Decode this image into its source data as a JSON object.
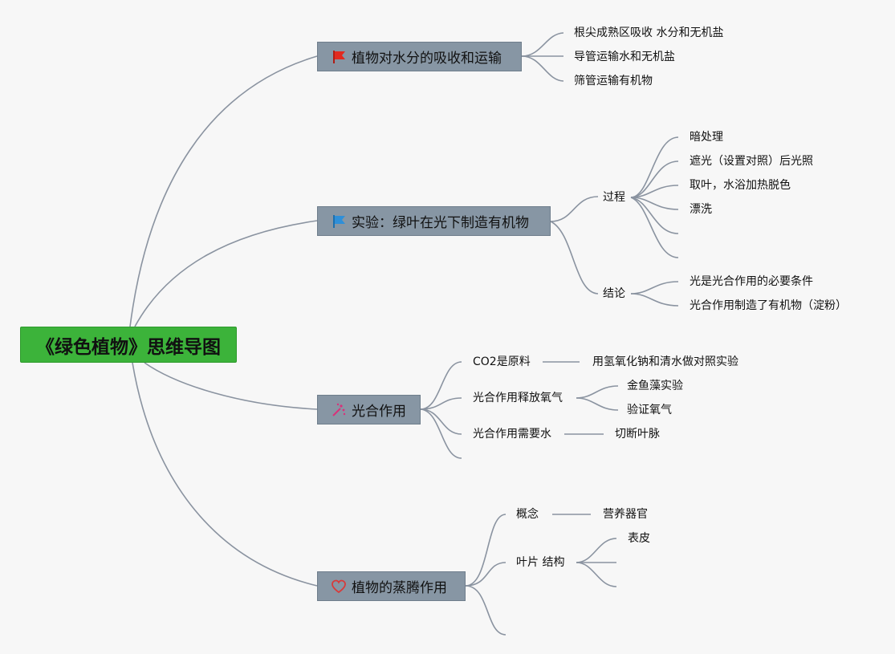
{
  "root": "《绿色植物》思维导图",
  "branches": [
    {
      "title": "植物对水分的吸收和运输",
      "icon": "red-flag-icon",
      "children": [
        "根尖成熟区吸收 水分和无机盐",
        "导管运输水和无机盐",
        "筛管运输有机物"
      ]
    },
    {
      "title": "实验：绿叶在光下制造有机物",
      "icon": "blue-flag-icon",
      "process_label": "过程",
      "process_steps": [
        "暗处理",
        "遮光（设置对照）后光照",
        "取叶，水浴加热脱色",
        "漂洗",
        "",
        ""
      ],
      "conclusion_label": "结论",
      "conclusions": [
        "光是光合作用的必要条件",
        "光合作用制造了有机物（淀粉）"
      ]
    },
    {
      "title": "光合作用",
      "icon": "sparkle-icon",
      "items": [
        {
          "label": "CO2是原料",
          "detail": "用氢氧化钠和清水做对照实验"
        },
        {
          "label": "光合作用释放氧气",
          "subs": [
            "金鱼藻实验",
            "验证氧气"
          ]
        },
        {
          "label": "光合作用需要水",
          "detail": "切断叶脉"
        },
        {
          "label": ""
        }
      ]
    },
    {
      "title": "植物的蒸腾作用",
      "icon": "heart-icon",
      "items": [
        {
          "label": "概念",
          "detail": "营养器官"
        },
        {
          "label": "叶片 结构",
          "subs": [
            "表皮",
            "",
            ""
          ]
        },
        {
          "label": ""
        }
      ]
    }
  ],
  "colors": {
    "root_bg": "#3cb33a",
    "branch_bg": "#8796a4",
    "line": "#8a93a0",
    "red_flag": "#e22a1f",
    "blue_flag": "#2f8fd8",
    "sparkle": "#d8327a",
    "heart": "#d83a3a"
  }
}
